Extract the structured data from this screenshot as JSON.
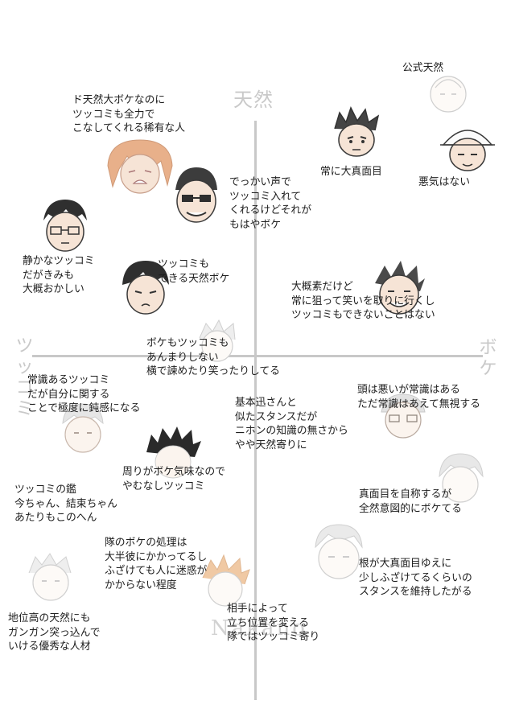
{
  "axes": {
    "top": "天然",
    "left": "ツッコミ",
    "right": "ボケ",
    "bottom": "Nakano"
  },
  "notes": {
    "koushiki": "公式天然",
    "sonshi": "ド天然大ボケなのに\nツッコミも全力で\nこなしてくれる稀有な人",
    "majime": "常に大真面目",
    "akui": "悪気はない",
    "dekkai": "でっかい声で\nツッコミ入れて\nくれるけどそれが\nもはやボケ",
    "shizuka": "静かなツッコミ\nだがきみも\n大概おかしい",
    "dekiru": "ツッコミも\nできる天然ボケ",
    "taigai": "大概素だけど\n常に狙って笑いを取りに行くし\nツッコミもできないことはない",
    "bokemo": "ボケもツッコミも\nあんまりしない\n横で諫めたり笑ったりしてる",
    "joushiki": "常識あるツッコミ\nだが自分に関する\nことで極度に鈍感になる",
    "atama": "頭は悪いが常識はある\nただ常識はあえて無視する",
    "kihon": "基本迅さんと\n似たスタンスだが\nニホンの知識の無さから\nやや天然寄りに",
    "mawari": "周りがボケ気味なので\nやむなしツッコミ",
    "kagami": "ツッコミの鑑\n今ちゃん、結束ちゃん\nあたりもこのへん",
    "shinmenmoku": "真面目を自称するが\n全然意図的にボケてる",
    "tai": "隊のボケの処理は\n大半彼にかかってるし\nふざけても人に迷惑が\nかからない程度",
    "ne": "根が大真面目ゆえに\n少しふざけてるくらいの\nスタンスを維持したがる",
    "chii": "地位高の天然にも\nガンガン突っ込んで\nいける優秀な人材",
    "aite": "相手によって\n立ち位置を変える\n隊ではツッコミ寄り"
  },
  "colors": {
    "axis": "#c8c8c8",
    "text": "#1d1d1d",
    "skin": "#f6e4d6",
    "sketch": "#3a3a3a",
    "orange_hair": "#e8b08a",
    "light_hair": "#f3ede6"
  }
}
